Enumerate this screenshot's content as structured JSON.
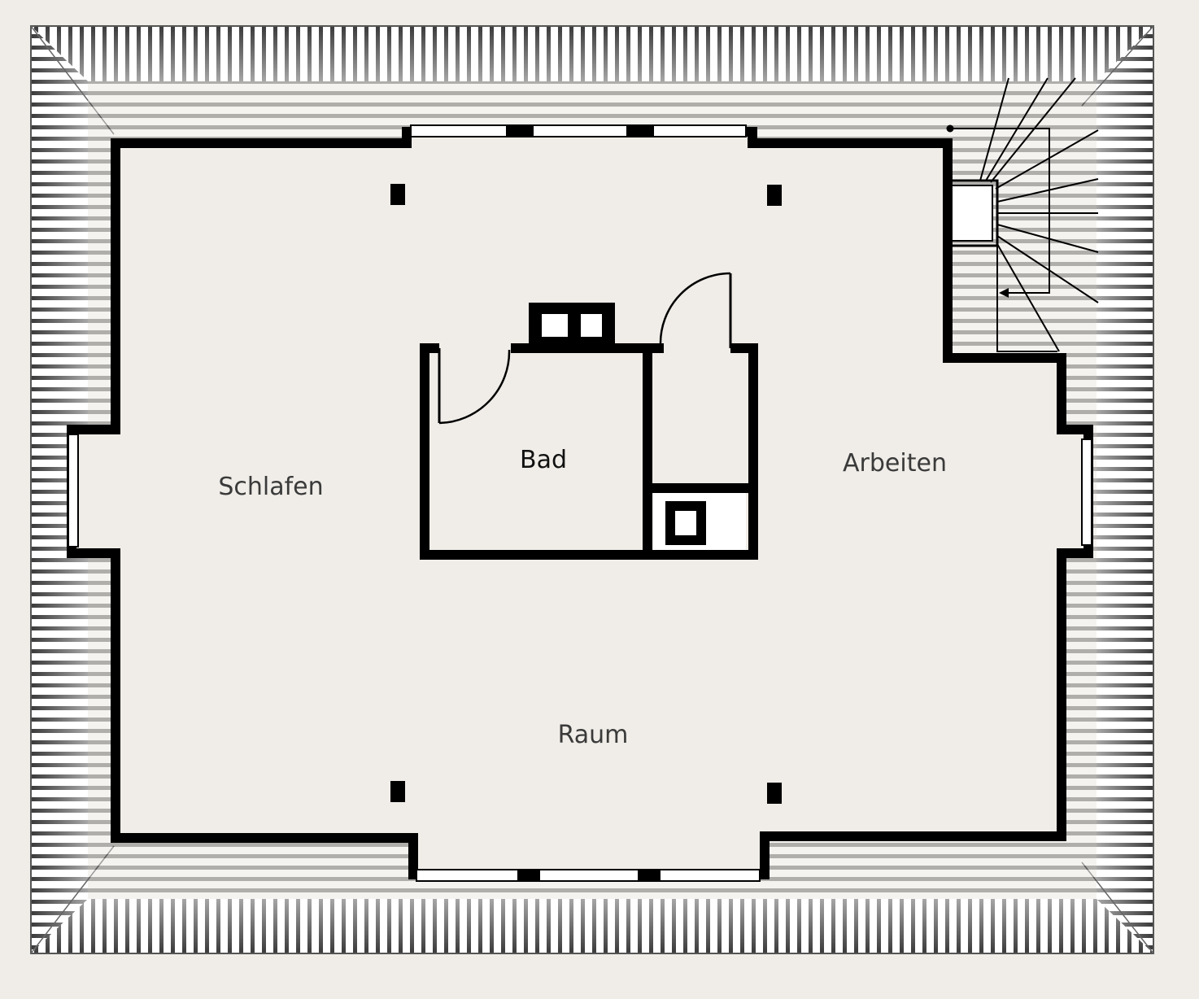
{
  "colors": {
    "background": "#f0ede8",
    "floor": "#f0ede8",
    "wall": "#000000",
    "roof_tile_light": "#ffffff",
    "roof_tile_dark": "#444444"
  },
  "rooms": {
    "schlafen": "Schlafen",
    "bad": "Bad",
    "arbeiten": "Arbeiten",
    "raum": "Raum"
  },
  "features": {
    "staircase": "staircase-icon",
    "chimney": "chimney-icon",
    "columns": 4,
    "doors": 2,
    "windows": 4
  }
}
